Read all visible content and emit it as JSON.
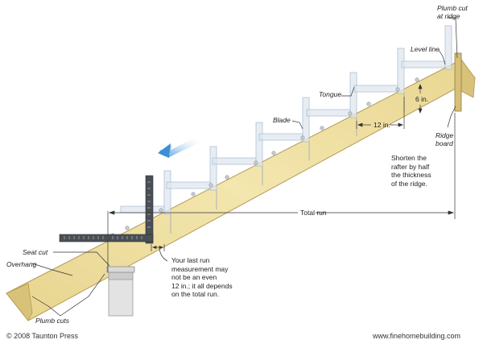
{
  "labels": {
    "plumb_cut_ridge": [
      "Plumb cut",
      "at ridge"
    ],
    "level_line": "Level line",
    "tongue": "Tongue",
    "blade": "Blade",
    "twelve_in": "12 in.",
    "six_in": "6 in.",
    "ridge_board": [
      "Ridge",
      "board"
    ],
    "seat_cut": "Seat cut",
    "overhang": "Overhang",
    "plumb_cuts": "Plumb cuts",
    "total_run": "Total run"
  },
  "notes": {
    "shorten": [
      "Shorten the",
      "rafter by half",
      "the thickness",
      "of the ridge."
    ],
    "last_run": [
      "Your last run",
      "measurement may",
      "not be an even",
      "12 in.; it all depends",
      "on the total run."
    ]
  },
  "footer": {
    "copyright": "© 2008 Taunton Press",
    "website": "www.finehomebuilding.com"
  },
  "colors": {
    "lumber": "#efe0a0",
    "lumber_edge": "#b49a55",
    "square_ghost": "#b9c9d9",
    "square_steel": "#4a4f55",
    "arrow": "#3a8fd8",
    "line": "#333333"
  }
}
